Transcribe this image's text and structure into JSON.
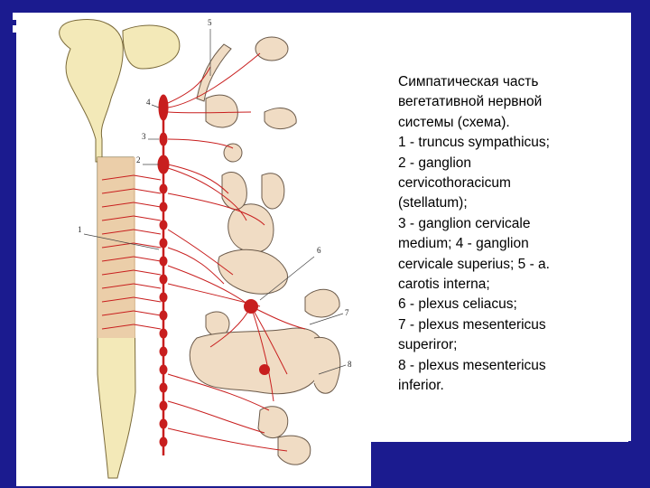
{
  "slide": {
    "caption_lines": [
      "Симпатическая часть",
      "вегетативной нервной",
      "системы (схема).",
      "1 - truncus sympathicus;",
      "2 - ganglion",
      "cervicothoracicum",
      "(stellatum);",
      "3 - ganglion cervicale",
      "medium; 4 - ganglion",
      "cervicale superius; 5 - a.",
      "carotis interna;",
      "6 - plexus celiacus;",
      "7 - plexus mesentericus",
      "superiror;",
      "8 - plexus mesentericus",
      "inferior."
    ]
  },
  "figure": {
    "callouts": [
      "1",
      "2",
      "3",
      "4",
      "5",
      "6",
      "7",
      "8"
    ]
  },
  "colors": {
    "background": "#1b1b8f",
    "nerve_red": "#c81e1e",
    "spinal_cord_fill": "#f3e9b8",
    "spinal_band_fill": "#e9c9a6",
    "organ_fill": "#f0dcc4",
    "panel": "#ffffff"
  }
}
